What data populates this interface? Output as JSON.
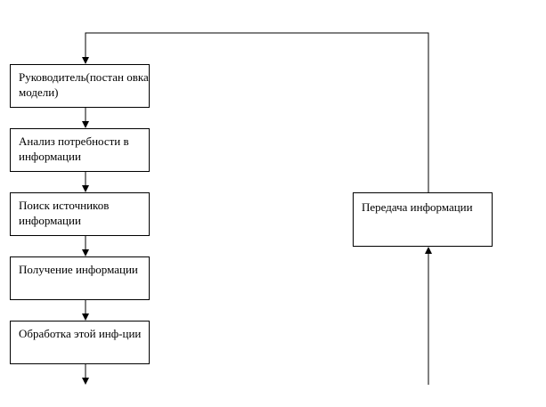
{
  "diagram": {
    "nodes": [
      {
        "id": "b1",
        "label": "Руководитель(постан овка модели)"
      },
      {
        "id": "b2",
        "label": "Анализ потребности в информации"
      },
      {
        "id": "b3",
        "label": "Поиск источников информации"
      },
      {
        "id": "b4",
        "label": "Получение информации"
      },
      {
        "id": "b5",
        "label": "Обработка этой инф-ции"
      },
      {
        "id": "b6",
        "label": "Передача информации"
      }
    ],
    "edges": [
      {
        "from": "b1",
        "to": "b2"
      },
      {
        "from": "b2",
        "to": "b3"
      },
      {
        "from": "b3",
        "to": "b4"
      },
      {
        "from": "b4",
        "to": "b5"
      },
      {
        "from": "b5",
        "to": "b6"
      },
      {
        "from": "b6",
        "to": "b1"
      }
    ]
  }
}
